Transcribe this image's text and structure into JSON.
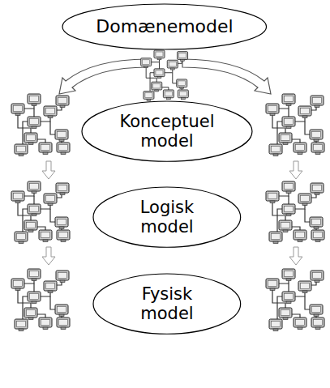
{
  "diagram": {
    "nodes": [
      {
        "text": [
          "Domænemodel"
        ]
      },
      {
        "text": [
          "Konceptuel model"
        ]
      },
      {
        "text": [
          "Logisk model"
        ]
      },
      {
        "text": [
          "Fysisk model"
        ]
      }
    ]
  }
}
